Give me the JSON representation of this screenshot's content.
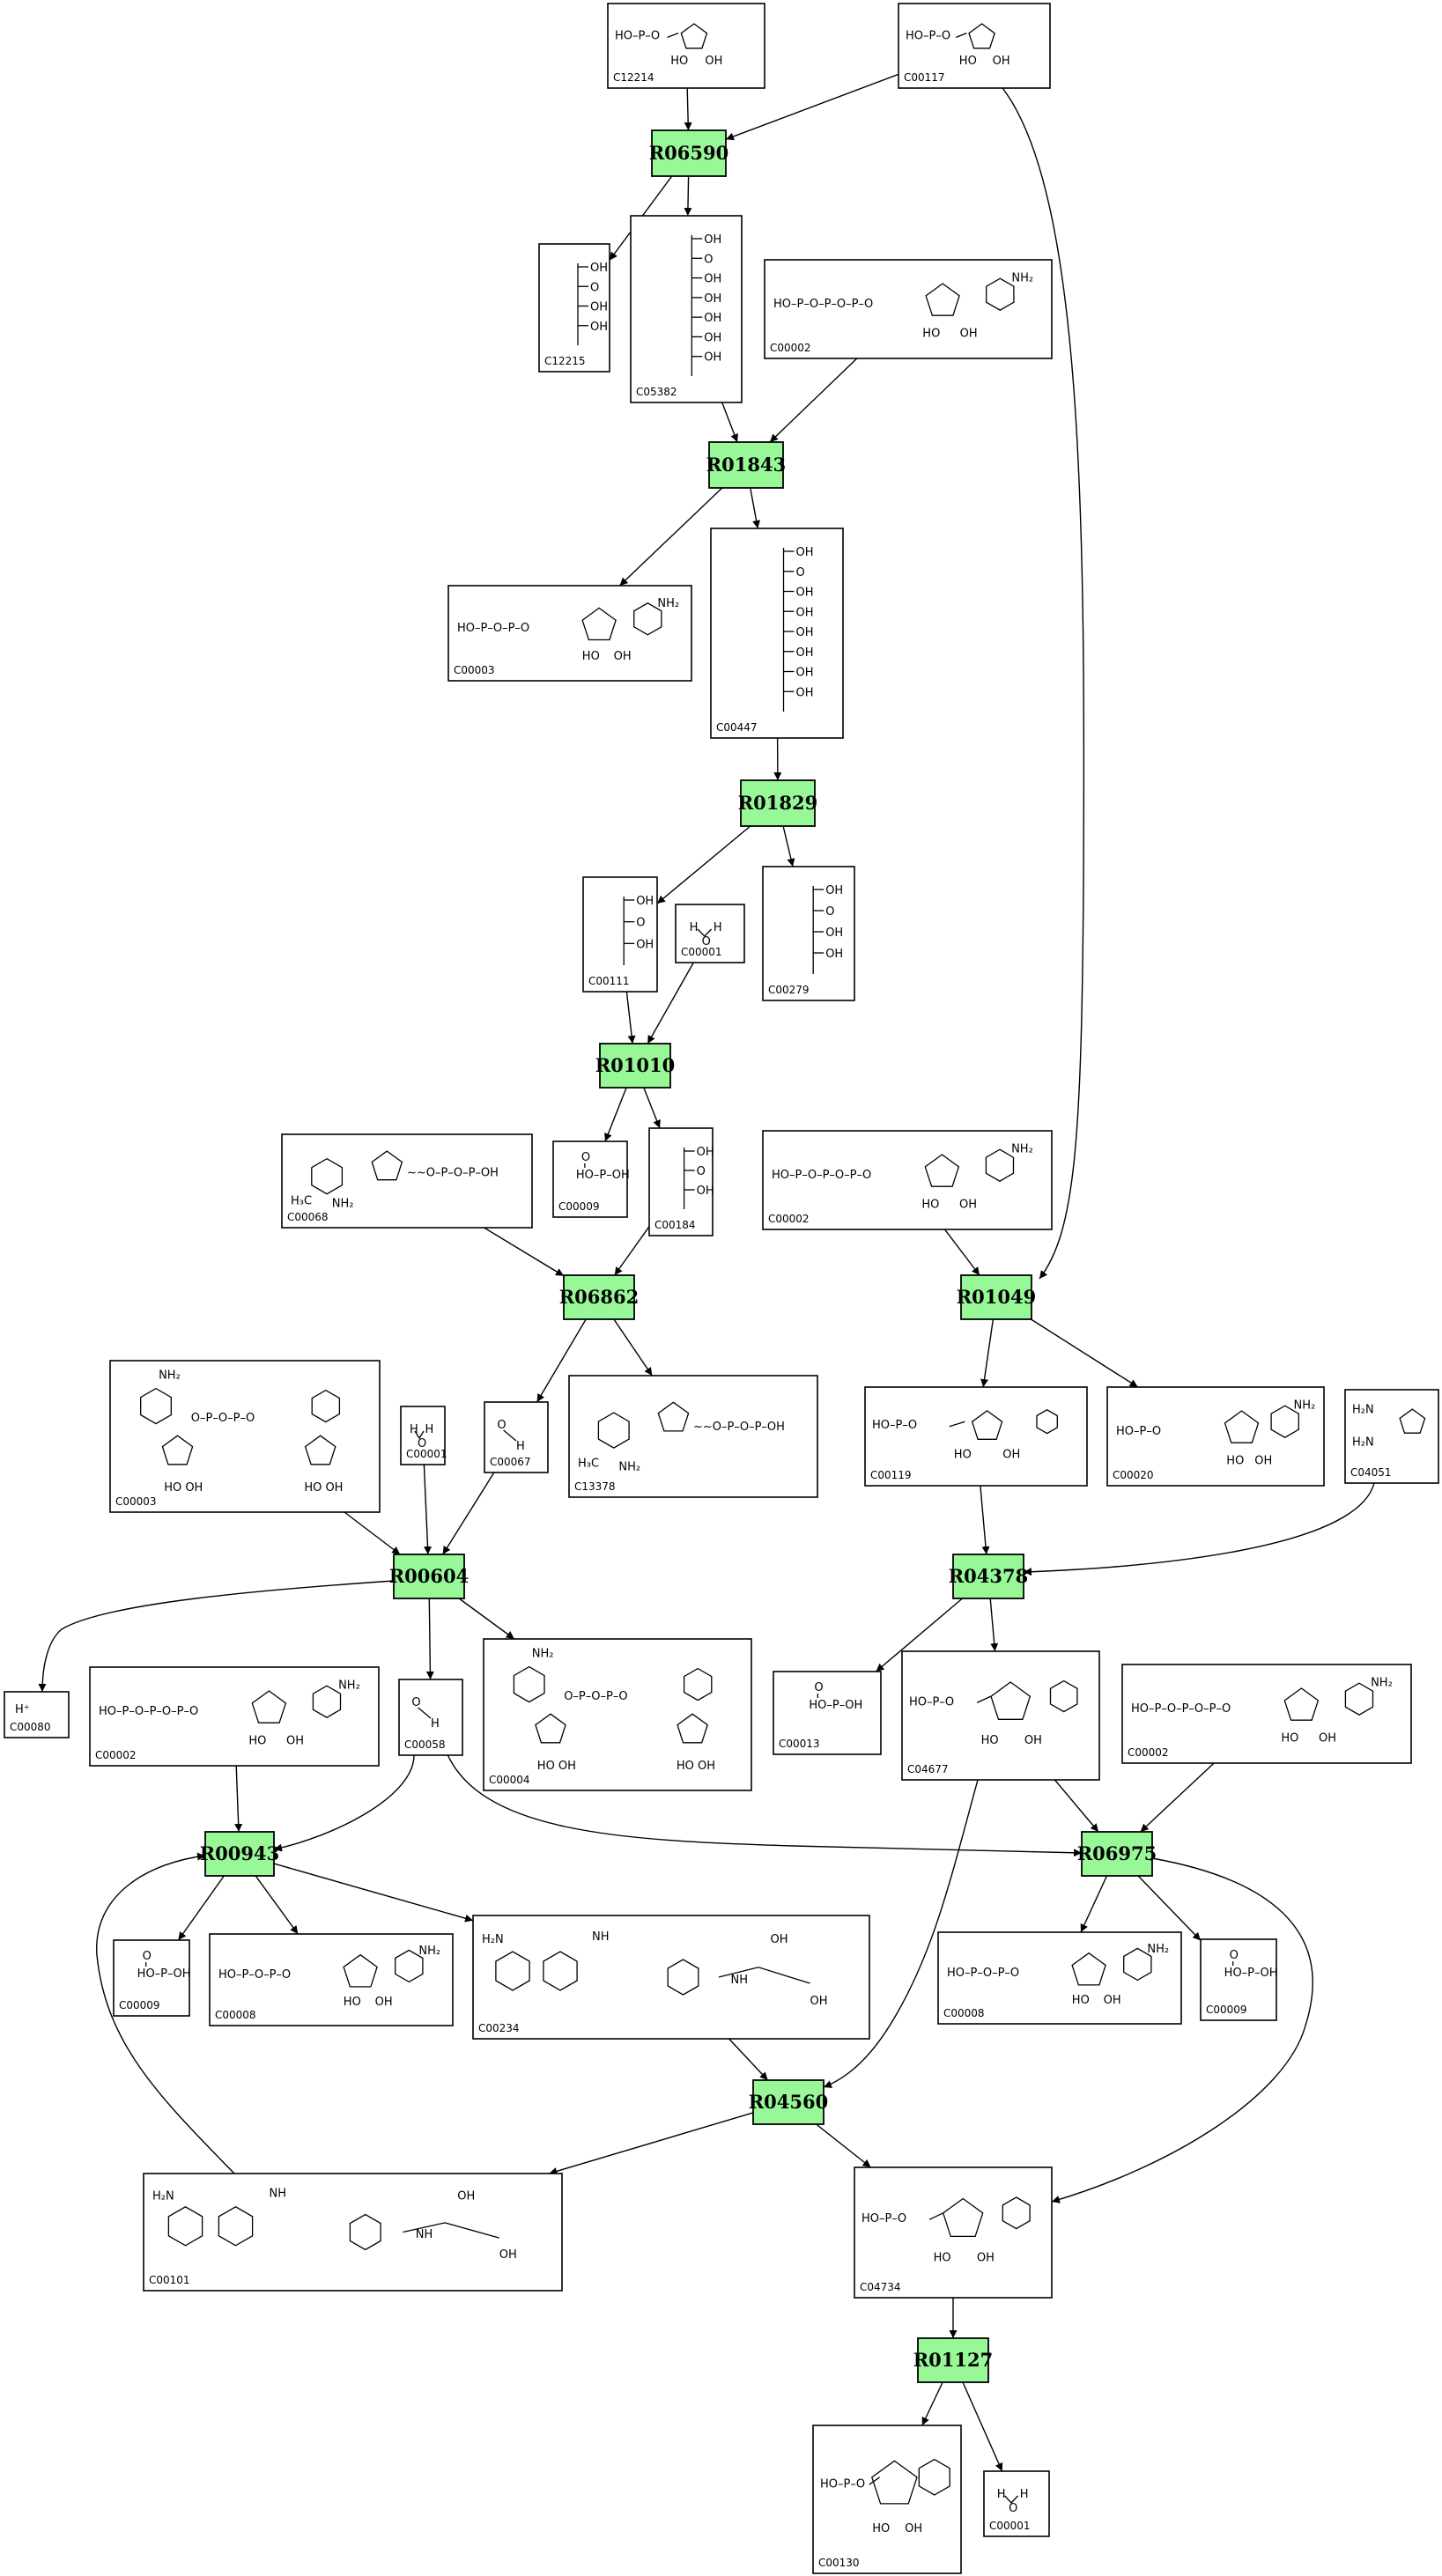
{
  "colors": {
    "reaction_fill": "#98f898",
    "stroke": "#000000",
    "background": "#ffffff"
  },
  "reactions": [
    {
      "id": "R06590"
    },
    {
      "id": "R01843"
    },
    {
      "id": "R01829"
    },
    {
      "id": "R01010"
    },
    {
      "id": "R06862"
    },
    {
      "id": "R01049"
    },
    {
      "id": "R00604"
    },
    {
      "id": "R04378"
    },
    {
      "id": "R00943"
    },
    {
      "id": "R06975"
    },
    {
      "id": "R04560"
    },
    {
      "id": "R01127"
    }
  ],
  "compounds": [
    {
      "id": "C12214"
    },
    {
      "id": "C00117"
    },
    {
      "id": "C12215"
    },
    {
      "id": "C05382"
    },
    {
      "id": "C00002"
    },
    {
      "id": "C00003"
    },
    {
      "id": "C00447"
    },
    {
      "id": "C00111"
    },
    {
      "id": "C00001"
    },
    {
      "id": "C00279"
    },
    {
      "id": "C00068"
    },
    {
      "id": "C00009"
    },
    {
      "id": "C00184"
    },
    {
      "id": "C00002"
    },
    {
      "id": "C00003"
    },
    {
      "id": "C00001"
    },
    {
      "id": "C00067"
    },
    {
      "id": "C13378"
    },
    {
      "id": "C00119"
    },
    {
      "id": "C00020"
    },
    {
      "id": "C04051"
    },
    {
      "id": "C00080",
      "formula": "H⁺"
    },
    {
      "id": "C00002"
    },
    {
      "id": "C00058"
    },
    {
      "id": "C00004"
    },
    {
      "id": "C00013"
    },
    {
      "id": "C04677"
    },
    {
      "id": "C00002"
    },
    {
      "id": "C00009"
    },
    {
      "id": "C00008"
    },
    {
      "id": "C00234"
    },
    {
      "id": "C00008"
    },
    {
      "id": "C00009"
    },
    {
      "id": "C00101"
    },
    {
      "id": "C04734"
    },
    {
      "id": "C00130"
    },
    {
      "id": "C00001"
    }
  ]
}
